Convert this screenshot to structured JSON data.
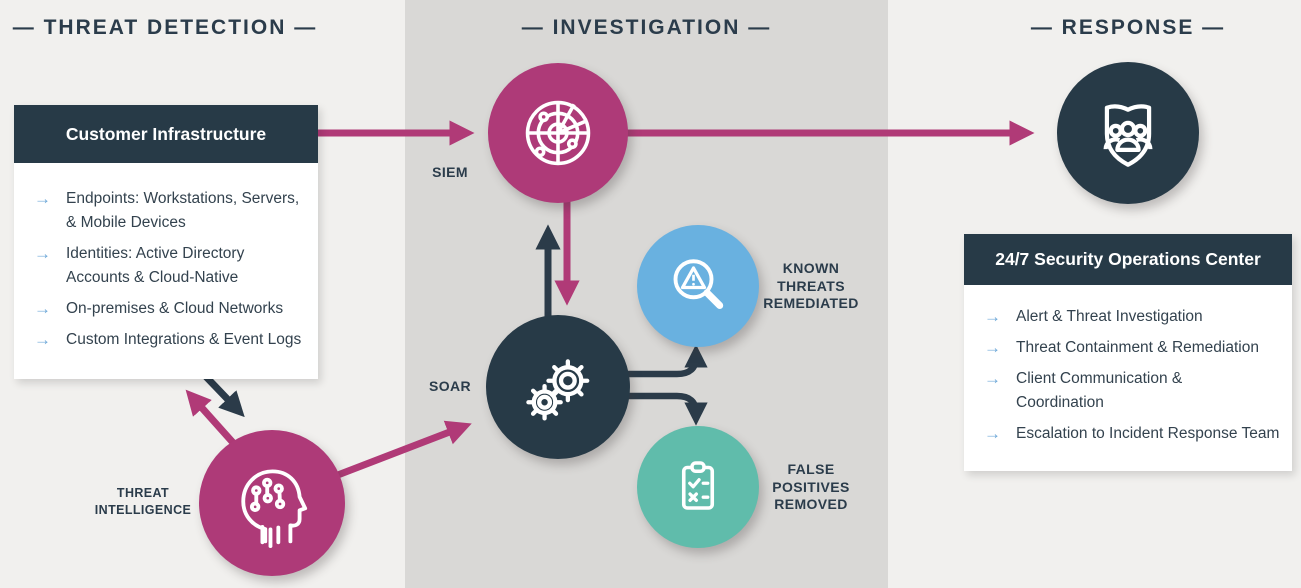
{
  "sections": {
    "threat_detection": "— THREAT DETECTION —",
    "investigation": "— INVESTIGATION —",
    "response": "— RESPONSE —"
  },
  "customer_infrastructure": {
    "title": "Customer Infrastructure",
    "items": [
      "Endpoints: Workstations, Servers, & Mobile Devices",
      "Identities: Active Directory Accounts & Cloud-Native",
      "On-premises & Cloud Networks",
      "Custom Integrations & Event Logs"
    ]
  },
  "soc": {
    "title": "24/7 Security Operations Center",
    "items": [
      "Alert & Threat Investigation",
      "Threat Containment & Remediation",
      "Client Communication & Coordination",
      "Escalation to Incident Response Team"
    ]
  },
  "nodes": {
    "siem": "SIEM",
    "soar": "SOAR",
    "threat_intelligence": "THREAT\nINTELLIGENCE",
    "known_threats": "KNOWN\nTHREATS\nREMEDIATED",
    "false_positives": "FALSE\nPOSITIVES\nREMOVED"
  },
  "icons": {
    "bullet_arrow": "→"
  },
  "colors": {
    "magenta": "#ae3a78",
    "navy": "#273a47",
    "blue": "#69b1e0",
    "teal": "#60bcab",
    "bullet_blue": "#6fa9d8",
    "band_gray": "#d9d8d6",
    "background": "#f1f0ee",
    "text_dark": "#33424e"
  }
}
